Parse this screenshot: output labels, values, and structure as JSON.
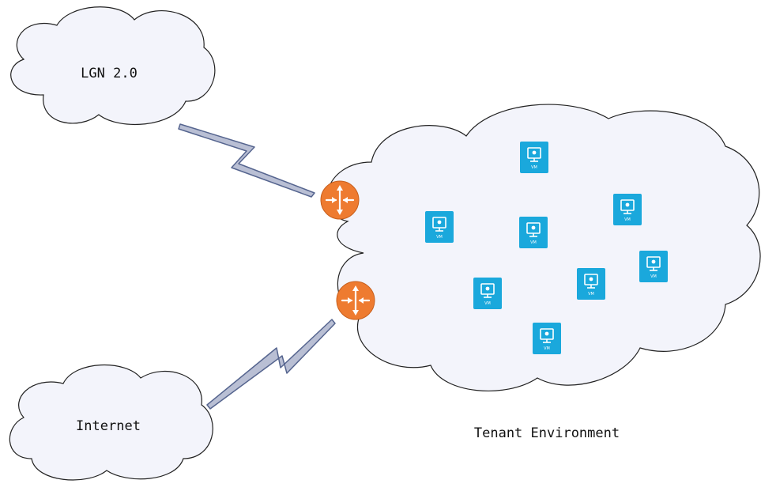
{
  "labels": {
    "lgn": "LGN 2.0",
    "internet": "Internet",
    "tenant": "Tenant Environment"
  },
  "vm_text": "VM",
  "icons": {
    "router": "router-icon",
    "vm": "virtual-machine-icon",
    "link": "lightning-link-icon"
  },
  "colors": {
    "cloud_fill": "#f3f4fb",
    "cloud_stroke": "#222222",
    "link_fill": "#b9bfd4",
    "link_stroke": "#56658f",
    "router": "#ee7b30",
    "vm": "#1aa8dc"
  }
}
